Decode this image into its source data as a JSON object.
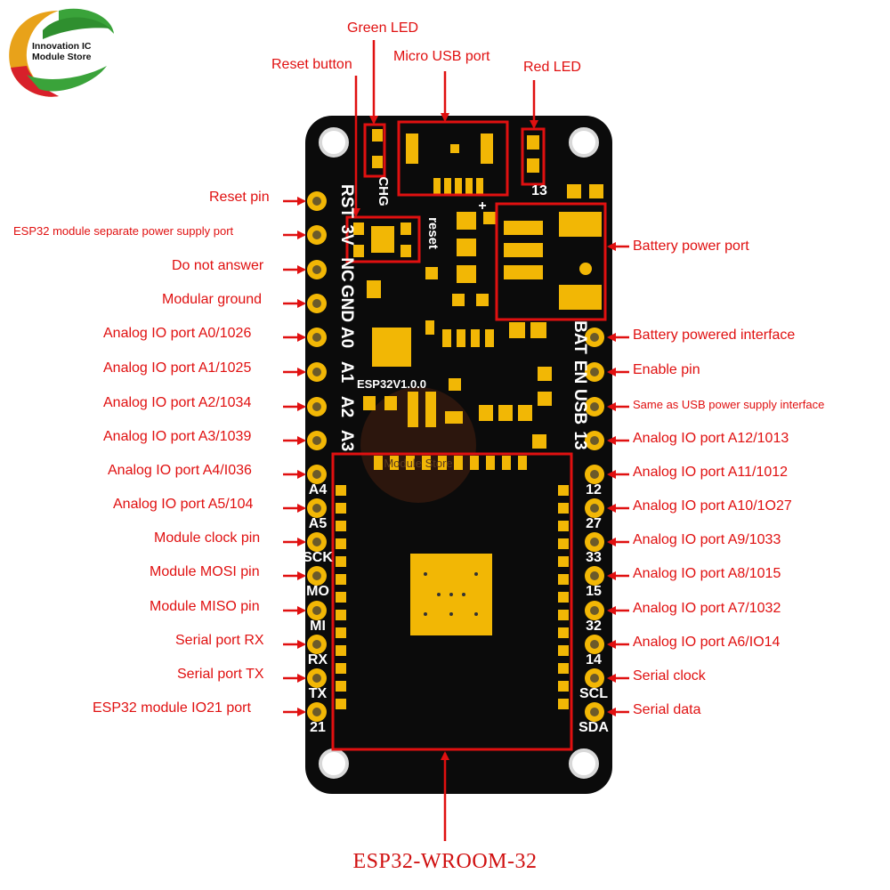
{
  "logo": {
    "line1": "Innovation IC",
    "line2": "Module Store"
  },
  "top_labels": {
    "green_led": "Green LED",
    "micro_usb": "Micro USB port",
    "reset_button": "Reset button",
    "red_led": "Red LED"
  },
  "left_labels": [
    "Reset pin",
    "ESP32 module separate power supply port",
    "Do not answer",
    "Modular ground",
    "Analog IO port A0/1026",
    "Analog IO port A1/1025",
    "Analog IO port A2/1034",
    "Analog IO port A3/1039",
    "Analog IO port A4/I036",
    "Analog IO port A5/104",
    "Module clock pin",
    "Module MOSI pin",
    "Module MISO pin",
    "Serial port RX",
    "Serial port TX",
    "ESP32 module IO21 port"
  ],
  "right_labels": [
    "Battery power port",
    "Battery powered interface",
    "Enable pin",
    "Same as USB power supply interface",
    "Analog IO port A12/1013",
    "Analog IO port A11/1012",
    "Analog IO port A10/1O27",
    "Analog IO port A9/1033",
    "Analog IO port A8/1015",
    "Analog IO port A7/1032",
    "Analog IO port A6/IO14",
    "Serial clock",
    "Serial data"
  ],
  "silkscreen": {
    "left_rotated": [
      "RST",
      "3V",
      "NC",
      "GND",
      "A0",
      "A1",
      "A2",
      "A3"
    ],
    "left_bottom": [
      "A4",
      "A5",
      "SCK",
      "MO",
      "MI",
      "RX",
      "TX",
      "21"
    ],
    "right_rotated": [
      "BAT",
      "EN",
      "USB",
      "13"
    ],
    "right_bottom": [
      "12",
      "27",
      "33",
      "15",
      "32",
      "14",
      "SCL",
      "SDA"
    ],
    "chg": "CHG",
    "reset": "reset",
    "led13": "13",
    "plus": "+",
    "version": "ESP32V1.0.0",
    "watermark": "Module Store"
  },
  "caption": "ESP32-WROOM-32",
  "colors": {
    "annotation": "#e01010",
    "board": "#0b0b0b",
    "pad": "#f2b705",
    "silk": "#ffffff"
  }
}
